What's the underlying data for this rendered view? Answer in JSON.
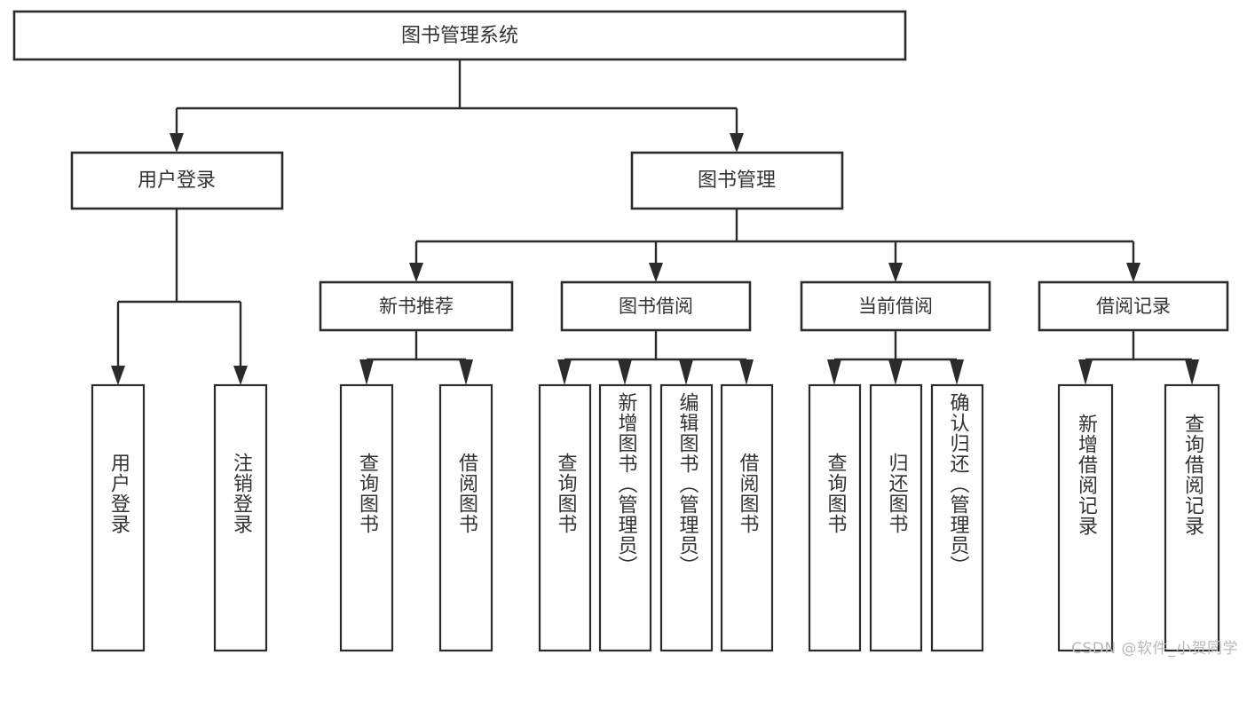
{
  "diagram": {
    "title": "图书管理系统",
    "watermark": "CSDN @软件_小贺同学",
    "colors": {
      "background": "#ffffff",
      "stroke": "#2b2b2b",
      "text": "#333333",
      "watermark": "#b9b9b9"
    },
    "root": {
      "label": "图书管理系统"
    },
    "level1": [
      {
        "label": "用户登录"
      },
      {
        "label": "图书管理"
      }
    ],
    "level2": [
      {
        "label": "新书推荐"
      },
      {
        "label": "图书借阅"
      },
      {
        "label": "当前借阅"
      },
      {
        "label": "借阅记录"
      }
    ],
    "leaves": {
      "user_login": [
        {
          "label": "用户登录"
        },
        {
          "label": "注销登录"
        }
      ],
      "new_book_recommend": [
        {
          "label": "查询图书"
        },
        {
          "label": "借阅图书"
        }
      ],
      "book_borrow": [
        {
          "label": "查询图书"
        },
        {
          "label": "新增图书（管理员）"
        },
        {
          "label": "编辑图书（管理员）"
        },
        {
          "label": "借阅图书"
        }
      ],
      "current_borrow": [
        {
          "label": "查询图书"
        },
        {
          "label": "归还图书"
        },
        {
          "label": "确认归还（管理员）"
        }
      ],
      "borrow_record": [
        {
          "label": "新增借阅记录"
        },
        {
          "label": "查询借阅记录"
        }
      ]
    }
  }
}
